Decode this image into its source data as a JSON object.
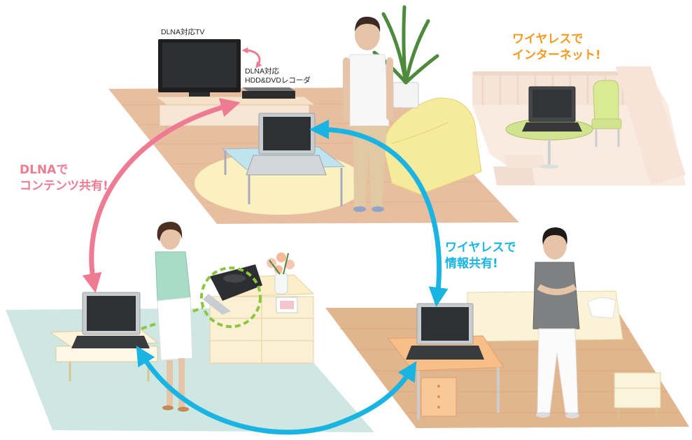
{
  "labels": {
    "dlna_tv": "DLNA対応TV",
    "dlna_recorder_line1": "DLNA対応",
    "dlna_recorder_line2": "HDD&DVDレコーダ",
    "wireless_internet_line1": "ワイヤレスで",
    "wireless_internet_line2": "インターネット!",
    "dlna_share_line1": "DLNAで",
    "dlna_share_line2": "コンテンツ共有!",
    "wireless_info_line1": "ワイヤレスで",
    "wireless_info_line2": "情報共有!"
  },
  "colors": {
    "pink": "#ef7b93",
    "blue": "#1ab4e2",
    "orange": "#f39a1e",
    "green_dashed": "#8cc63f"
  }
}
